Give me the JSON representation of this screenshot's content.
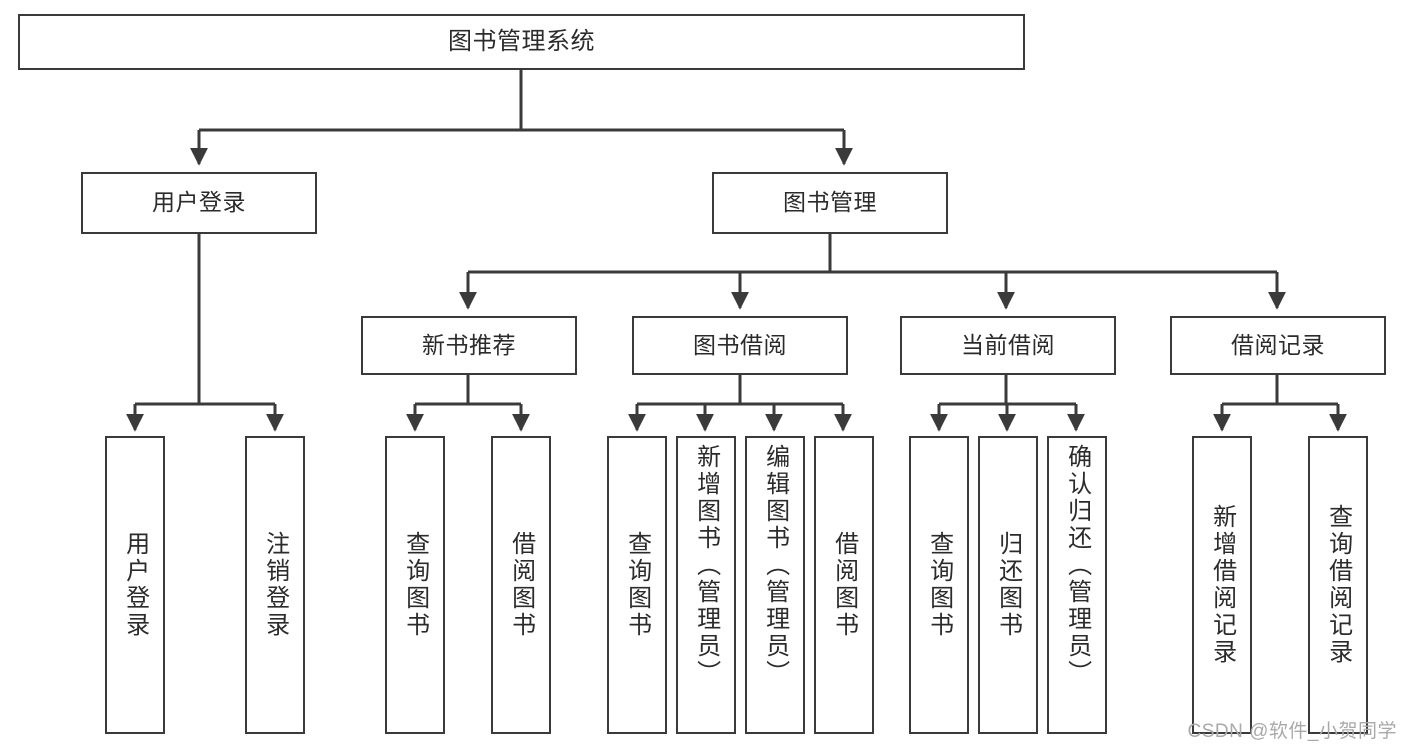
{
  "diagram": {
    "type": "tree",
    "title": "图书管理系统",
    "style": {
      "background": "#ffffff",
      "box_border": "#3a3a3a",
      "box_fill": "#ffffff",
      "text": "#2b2b2b",
      "edge": "#3a3a3a",
      "watermark": "#a9a9a9"
    },
    "root": {
      "label": "图书管理系统"
    },
    "level2": [
      {
        "label": "用户登录"
      },
      {
        "label": "图书管理"
      }
    ],
    "level3": [
      {
        "label": "新书推荐"
      },
      {
        "label": "图书借阅"
      },
      {
        "label": "当前借阅"
      },
      {
        "label": "借阅记录"
      }
    ],
    "leaves": {
      "user_login": [
        {
          "label": "用户登录"
        },
        {
          "label": "注销登录"
        }
      ],
      "new_book": [
        {
          "label": "查询图书"
        },
        {
          "label": "借阅图书"
        }
      ],
      "borrow": [
        {
          "label": "查询图书"
        },
        {
          "label": "新增图书（管理员）"
        },
        {
          "label": "编辑图书（管理员）"
        },
        {
          "label": "借阅图书"
        }
      ],
      "current": [
        {
          "label": "查询图书"
        },
        {
          "label": "归还图书"
        },
        {
          "label": "确认归还（管理员）"
        }
      ],
      "records": [
        {
          "label": "新增借阅记录"
        },
        {
          "label": "查询借阅记录"
        }
      ]
    }
  },
  "watermark": {
    "text": "CSDN @软件_小贺同学"
  }
}
